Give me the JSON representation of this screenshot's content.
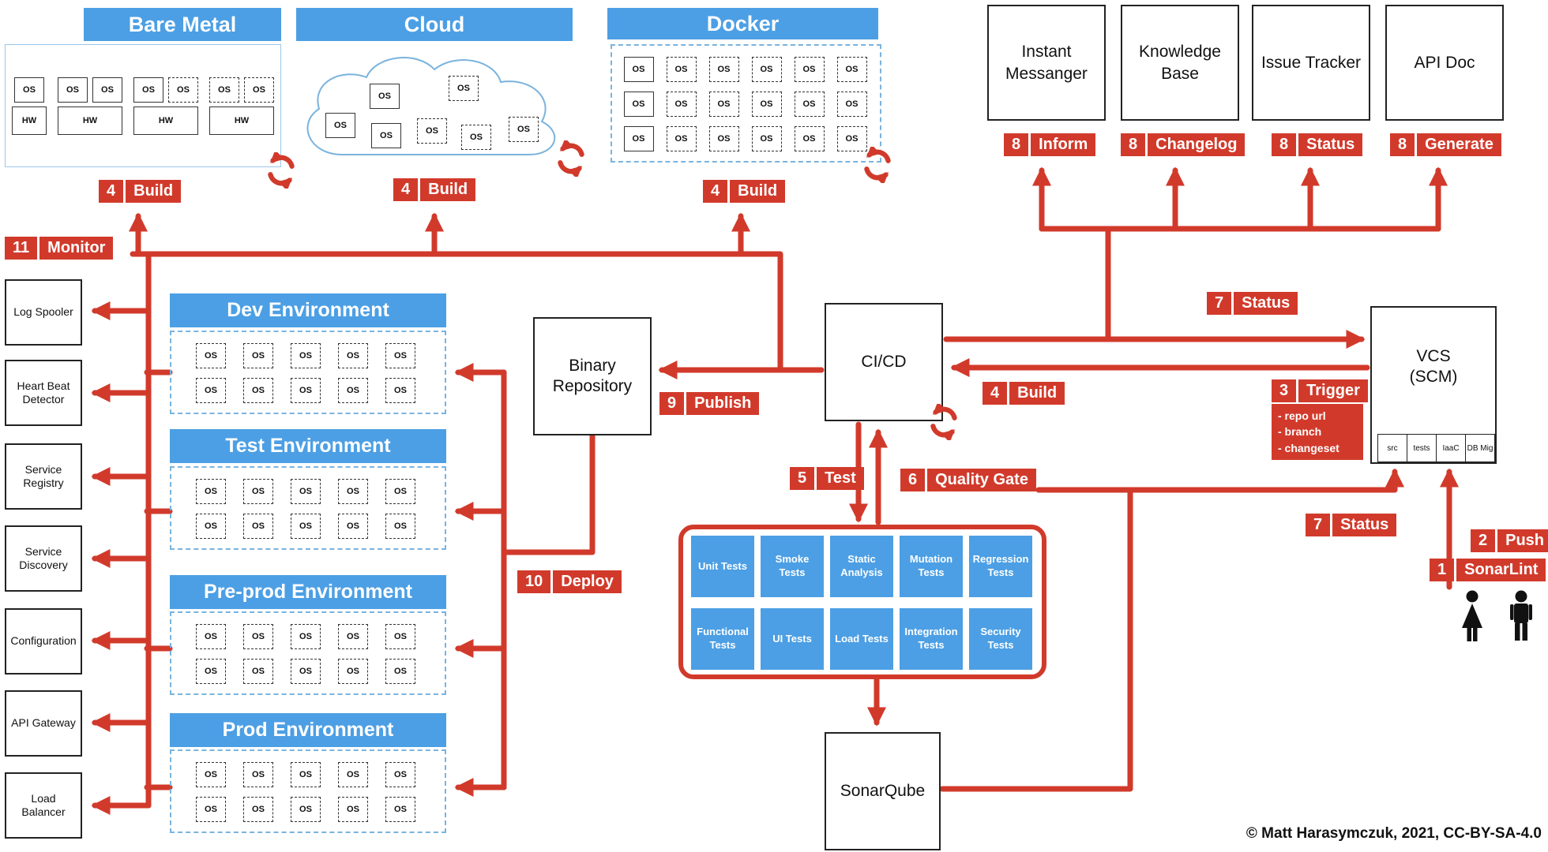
{
  "colors": {
    "blue": "#4C9FE4",
    "red": "#D13A2B"
  },
  "labels": {
    "os": "OS",
    "hw": "HW"
  },
  "sections": {
    "bare_metal": "Bare Metal",
    "cloud": "Cloud",
    "docker": "Docker",
    "environments": [
      "Dev Environment",
      "Test Environment",
      "Pre-prod Environment",
      "Prod Environment"
    ]
  },
  "monitors": [
    "Log Spooler",
    "Heart Beat Detector",
    "Service Registry",
    "Service Discovery",
    "Configuration",
    "API Gateway",
    "Load Balancer"
  ],
  "tools": [
    {
      "name": "Instant Messanger",
      "badge_num": "8",
      "badge_label": "Inform"
    },
    {
      "name": "Knowledge Base",
      "badge_num": "8",
      "badge_label": "Changelog"
    },
    {
      "name": "Issue Tracker",
      "badge_num": "8",
      "badge_label": "Status"
    },
    {
      "name": "API Doc",
      "badge_num": "8",
      "badge_label": "Generate"
    }
  ],
  "badges": {
    "monitor": {
      "num": "11",
      "label": "Monitor"
    },
    "build": {
      "num": "4",
      "label": "Build"
    },
    "publish": {
      "num": "9",
      "label": "Publish"
    },
    "deploy": {
      "num": "10",
      "label": "Deploy"
    },
    "test": {
      "num": "5",
      "label": "Test"
    },
    "quality_gate": {
      "num": "6",
      "label": "Quality Gate"
    },
    "status": {
      "num": "7",
      "label": "Status"
    },
    "trigger": {
      "num": "3",
      "label": "Trigger"
    },
    "push": {
      "num": "2",
      "label": "Push"
    },
    "sonarlint": {
      "num": "1",
      "label": "SonarLint"
    }
  },
  "trigger_details": [
    "- repo url",
    "- branch",
    "- changeset"
  ],
  "nodes": {
    "binary_repository": "Binary Repository",
    "cicd": "CI/CD",
    "sonarqube": "SonarQube",
    "vcs_line1": "VCS",
    "vcs_line2": "(SCM)",
    "vcs_parts": [
      "src",
      "tests",
      "IaaC",
      "DB Mig"
    ]
  },
  "tests": [
    "Unit Tests",
    "Smoke Tests",
    "Static Analysis",
    "Mutation Tests",
    "Regression Tests",
    "Functional Tests",
    "UI Tests",
    "Load Tests",
    "Integration Tests",
    "Security Tests"
  ],
  "footer": "© Matt Harasymczuk, 2021, CC-BY-SA-4.0"
}
